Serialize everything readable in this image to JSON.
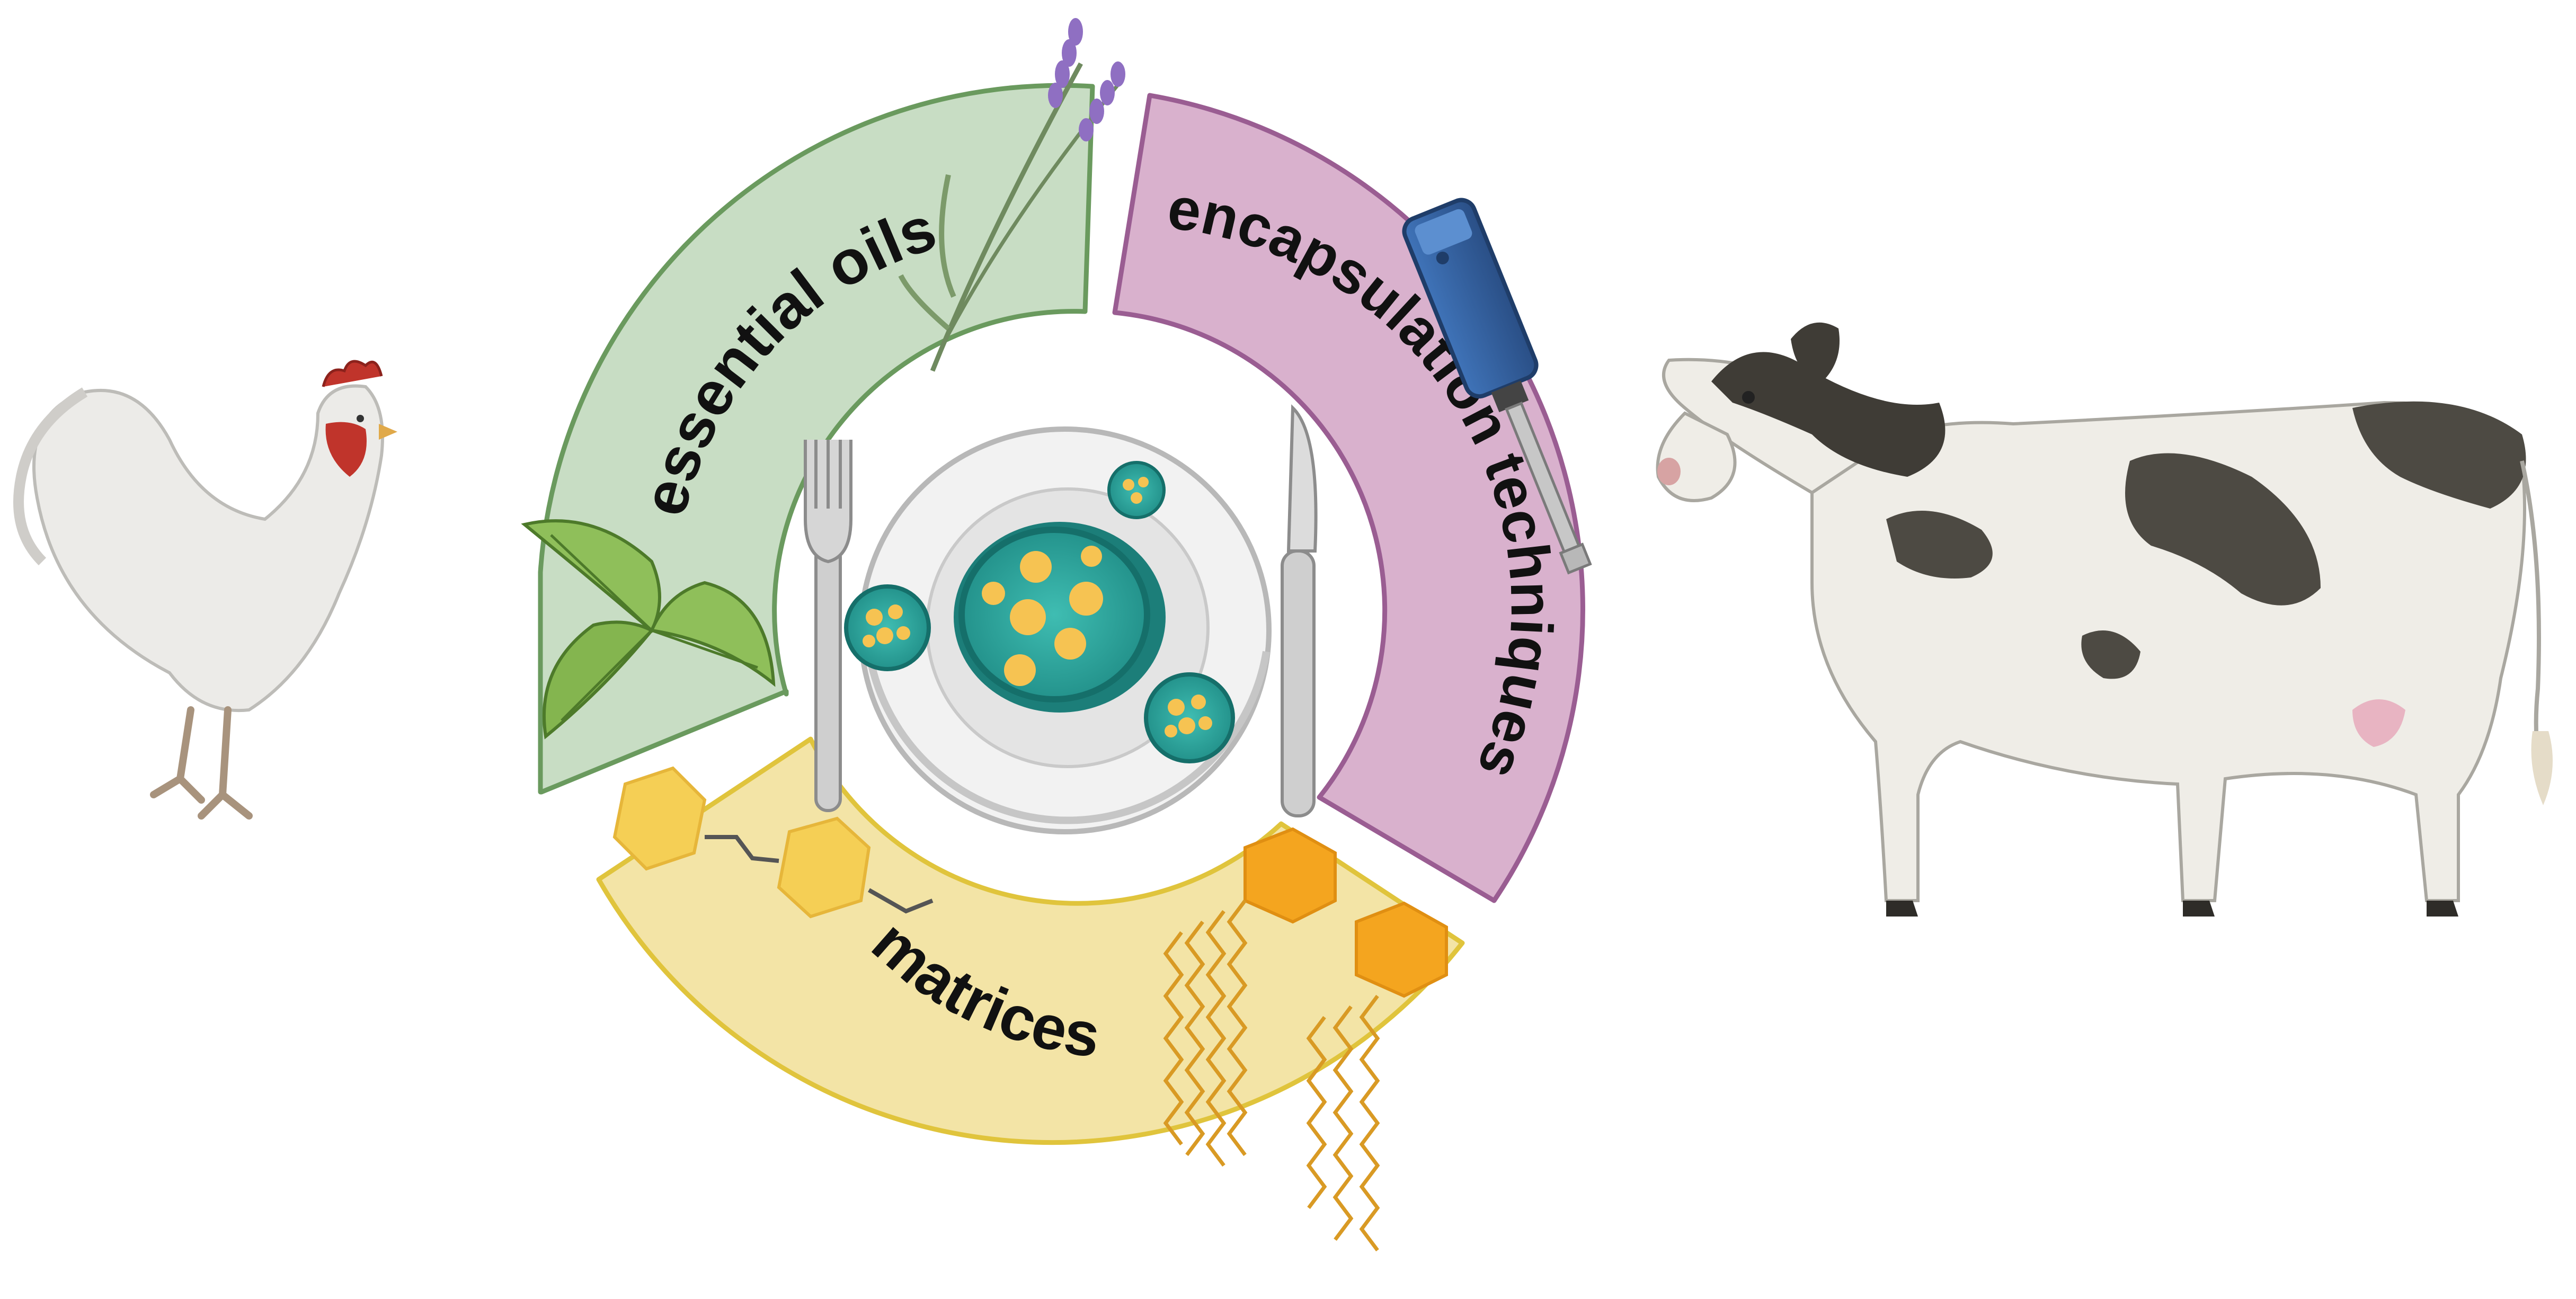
{
  "segments": [
    {
      "id": "essential-oils",
      "label": "essential oils",
      "fill": "#c8ddc4",
      "stroke": "#6a9a5e"
    },
    {
      "id": "encapsulation",
      "label": "encapsulation techniques",
      "fill": "#d9b1cd",
      "stroke": "#9a5d92"
    },
    {
      "id": "matrices",
      "label": "matrices",
      "fill": "#f3e4a6",
      "stroke": "#e0c43c"
    }
  ],
  "icons": {
    "chicken": "chicken-icon",
    "cow": "cow-icon",
    "plate": "plate-icon",
    "fork": "fork-icon",
    "knife": "knife-icon",
    "capsules": "encapsulated-capsule-icon",
    "leaves": "leaf-icon",
    "lavender": "lavender-icon",
    "homogenizer": "homogenizer-icon",
    "molecules": "polysaccharide-molecule-icon",
    "lipids": "lipid-chain-icon"
  },
  "colors": {
    "capsule": "#2aa39b",
    "droplet": "#f6c352",
    "hexagon_yellow": "#f5cf55",
    "hexagon_orange": "#f4a51f"
  }
}
